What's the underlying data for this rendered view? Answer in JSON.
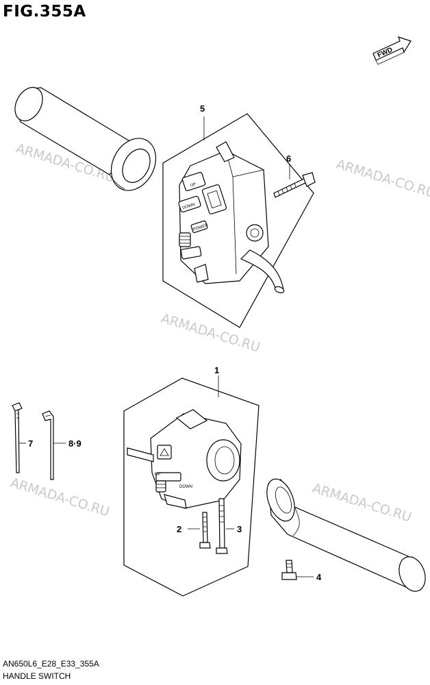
{
  "figure": {
    "title": "FIG.355A",
    "code": "AN650L6_E28_E33_355A",
    "name": "HANDLE SWITCH"
  },
  "direction_badge": "FWD",
  "watermarks": [
    "ARMADA-CO.RU",
    "ARMADA-CO.RU",
    "ARMADA-CO.RU",
    "ARMADA-CO.RU",
    "ARMADA-CO.RU"
  ],
  "callouts": {
    "c5": "5",
    "c6": "6",
    "c1": "1",
    "c7": "7",
    "c89": "8·9",
    "c2": "2",
    "c3": "3",
    "c4": "4"
  },
  "switch_labels": {
    "up": "UP",
    "down": "DOWN",
    "power": "POWER",
    "up2": "UP",
    "down2": "DOWN"
  }
}
